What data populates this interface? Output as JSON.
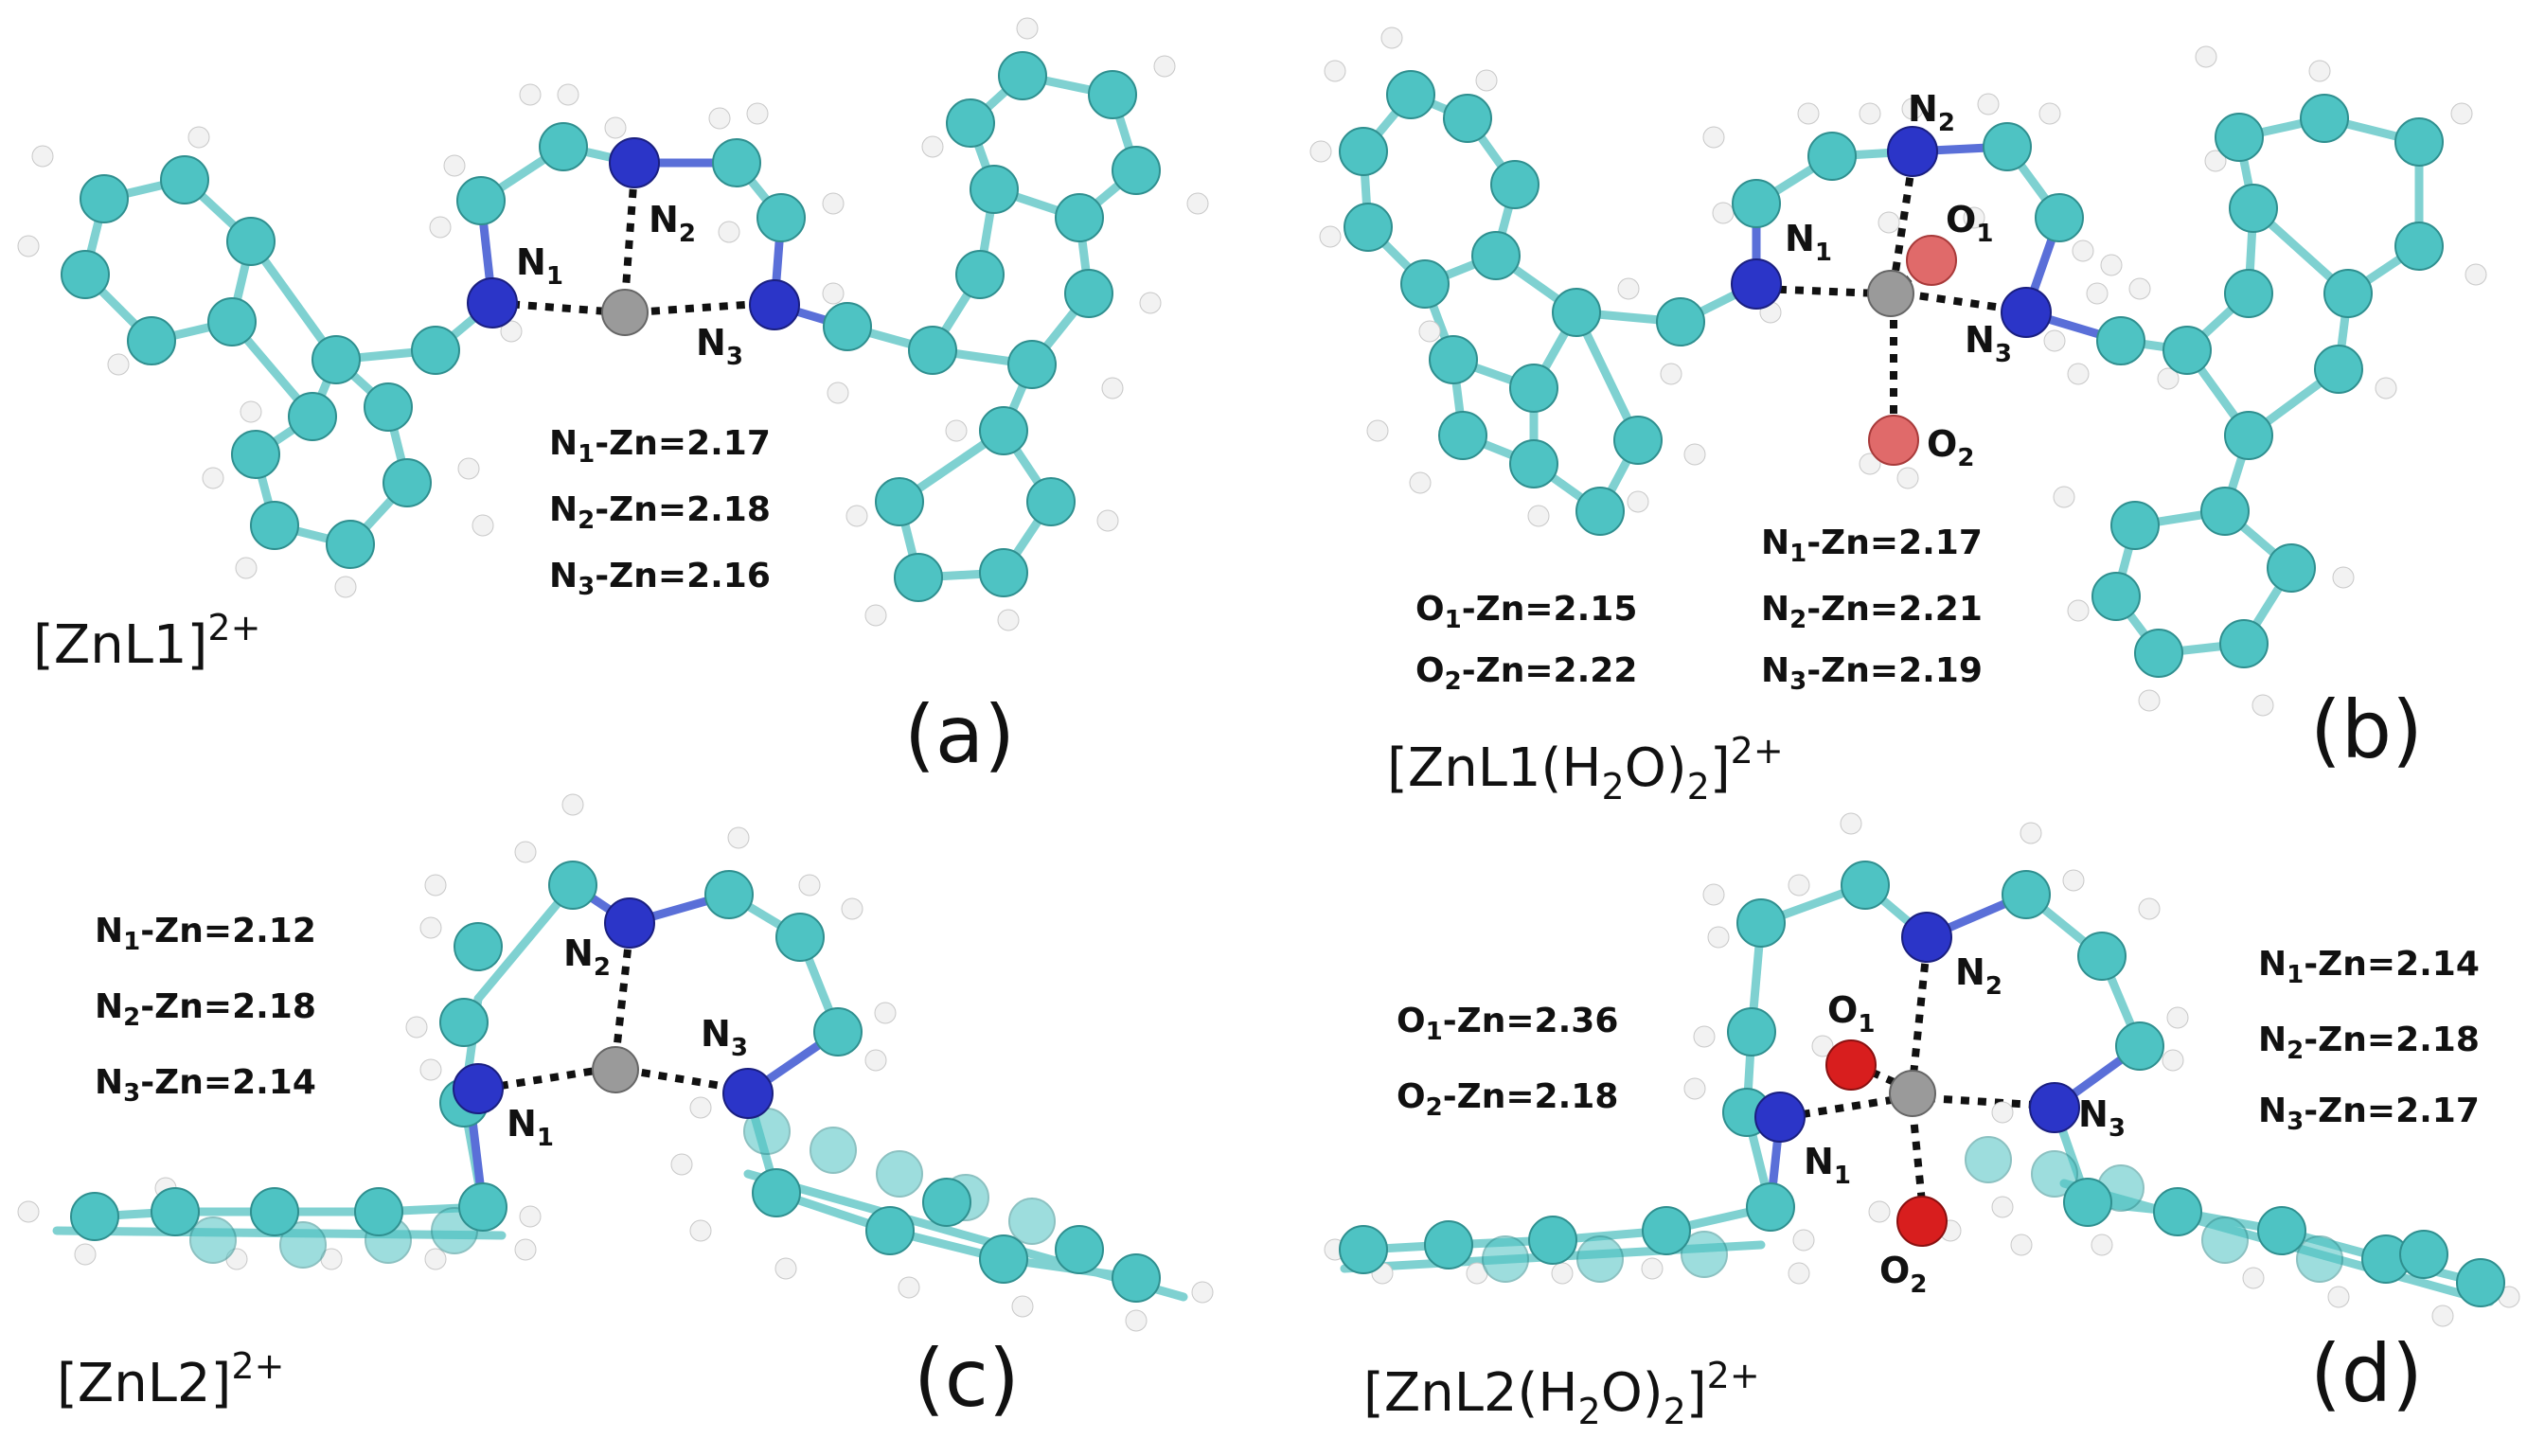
{
  "colors": {
    "carbon": "#4ec3c3",
    "hydrogen": "#f2f2f2",
    "nitrogen": "#2b35c8",
    "zinc": "#9a9a9a",
    "oxygen_b": "#e06a6a",
    "oxygen_d": "#d81e1e",
    "bond": "#7fd1d1"
  },
  "panels": [
    {
      "id": "a",
      "letter": "(a)",
      "formula": {
        "main": "[ZnL1]",
        "sup": "2+"
      },
      "atom_labels": [
        {
          "el": "N",
          "sub": "1"
        },
        {
          "el": "N",
          "sub": "2"
        },
        {
          "el": "N",
          "sub": "3"
        }
      ],
      "distances": [
        {
          "a": "N",
          "sub": "1",
          "rest": "-Zn=2.17"
        },
        {
          "a": "N",
          "sub": "2",
          "rest": "-Zn=2.18"
        },
        {
          "a": "N",
          "sub": "3",
          "rest": "-Zn=2.16"
        }
      ]
    },
    {
      "id": "b",
      "letter": "(b)",
      "formula": {
        "main": "[ZnL1(H",
        "sub": "2",
        "mid": "O)",
        "sub2": "2",
        "end": "]",
        "sup": "2+"
      },
      "atom_labels": [
        {
          "el": "N",
          "sub": "1"
        },
        {
          "el": "N",
          "sub": "2"
        },
        {
          "el": "N",
          "sub": "3"
        },
        {
          "el": "O",
          "sub": "1"
        },
        {
          "el": "O",
          "sub": "2"
        }
      ],
      "distances": [
        {
          "a": "N",
          "sub": "1",
          "rest": "-Zn=2.17"
        },
        {
          "a": "N",
          "sub": "2",
          "rest": "-Zn=2.21"
        },
        {
          "a": "N",
          "sub": "3",
          "rest": "-Zn=2.19"
        },
        {
          "a": "O",
          "sub": "1",
          "rest": "-Zn=2.15"
        },
        {
          "a": "O",
          "sub": "2",
          "rest": "-Zn=2.22"
        }
      ]
    },
    {
      "id": "c",
      "letter": "(c)",
      "formula": {
        "main": "[ZnL2]",
        "sup": "2+"
      },
      "atom_labels": [
        {
          "el": "N",
          "sub": "1"
        },
        {
          "el": "N",
          "sub": "2"
        },
        {
          "el": "N",
          "sub": "3"
        }
      ],
      "distances": [
        {
          "a": "N",
          "sub": "1",
          "rest": "-Zn=2.12"
        },
        {
          "a": "N",
          "sub": "2",
          "rest": "-Zn=2.18"
        },
        {
          "a": "N",
          "sub": "3",
          "rest": "-Zn=2.14"
        }
      ]
    },
    {
      "id": "d",
      "letter": "(d)",
      "formula": {
        "main": "[ZnL2(H",
        "sub": "2",
        "mid": "O)",
        "sub2": "2",
        "end": "]",
        "sup": "2+"
      },
      "atom_labels": [
        {
          "el": "N",
          "sub": "1"
        },
        {
          "el": "N",
          "sub": "2"
        },
        {
          "el": "N",
          "sub": "3"
        },
        {
          "el": "O",
          "sub": "1"
        },
        {
          "el": "O",
          "sub": "2"
        }
      ],
      "distances": [
        {
          "a": "O",
          "sub": "1",
          "rest": "-Zn=2.36"
        },
        {
          "a": "O",
          "sub": "2",
          "rest": "-Zn=2.18"
        },
        {
          "a": "N",
          "sub": "1",
          "rest": "-Zn=2.14"
        },
        {
          "a": "N",
          "sub": "2",
          "rest": "-Zn=2.18"
        },
        {
          "a": "N",
          "sub": "3",
          "rest": "-Zn=2.17"
        }
      ]
    }
  ]
}
